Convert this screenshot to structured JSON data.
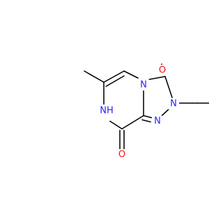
{
  "molecule": {
    "atoms": {
      "o_carbonyl_top": "O",
      "n_ring_fused": "N",
      "n2_aryl": "N",
      "n1": "N",
      "nh": "NH",
      "o_carbonyl_bottom": "O",
      "o_methoxy": "O"
    },
    "colors": {
      "bond": "#000000",
      "nitrogen": "#2323ff",
      "oxygen": "#ff0d0d",
      "background": "#ffffff"
    }
  }
}
